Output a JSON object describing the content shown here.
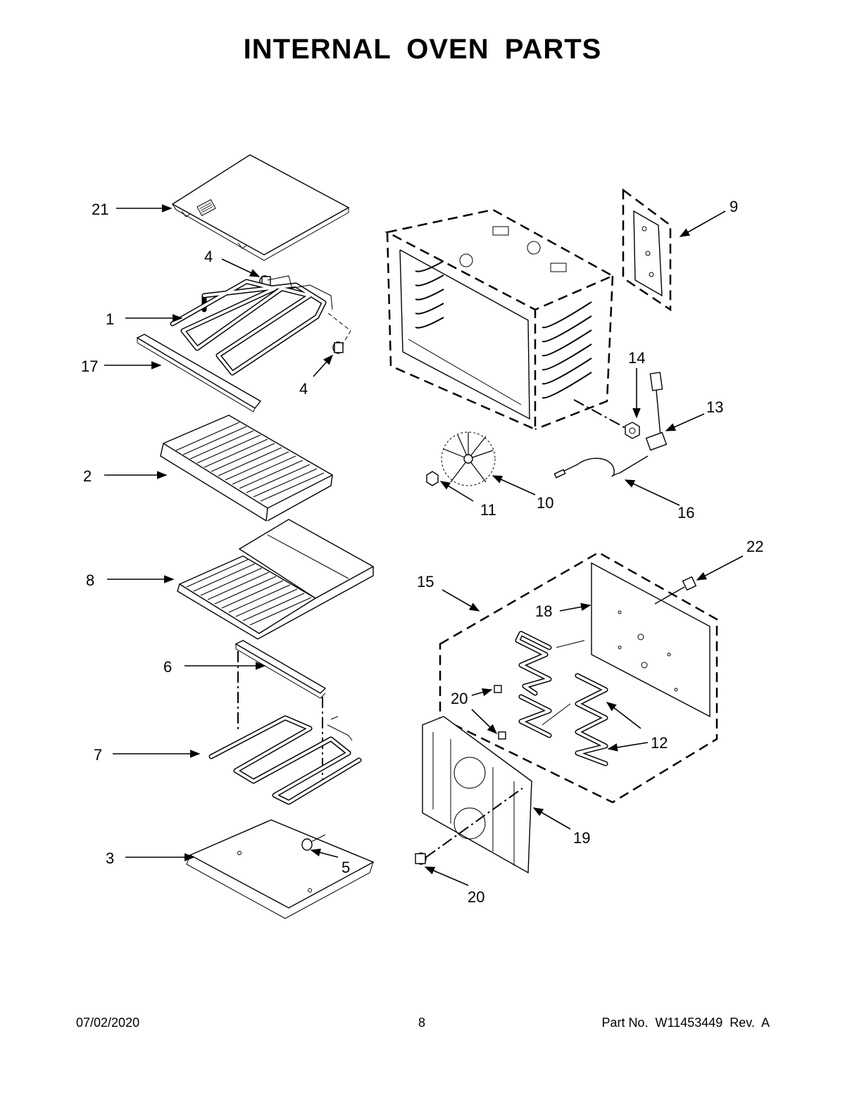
{
  "page_title": "INTERNAL OVEN PARTS",
  "callouts": {
    "c21": "21",
    "c4a": "4",
    "c1": "1",
    "c17": "17",
    "c4b": "4",
    "c2": "2",
    "c8": "8",
    "c6": "6",
    "c7": "7",
    "c3": "3",
    "c5": "5",
    "c9": "9",
    "c14": "14",
    "c13": "13",
    "c10": "10",
    "c11": "11",
    "c16": "16",
    "c22": "22",
    "c15": "15",
    "c18": "18",
    "c20a": "20",
    "c12": "12",
    "c19": "19",
    "c20b": "20"
  },
  "footer": {
    "date": "07/02/2020",
    "page": "8",
    "part": "Part No.  W11453449  Rev.  A"
  }
}
